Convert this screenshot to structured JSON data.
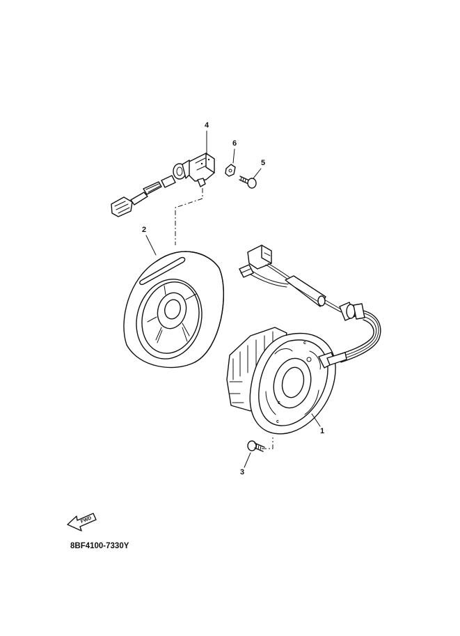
{
  "diagram": {
    "callouts": {
      "stator": "1",
      "rotor": "2",
      "screw_stator": "3",
      "pulser_coil": "4",
      "screw_pulser": "5",
      "washer": "6"
    },
    "fwd_label": "FWD",
    "drawing_code": "8BF4100-7330Y"
  }
}
